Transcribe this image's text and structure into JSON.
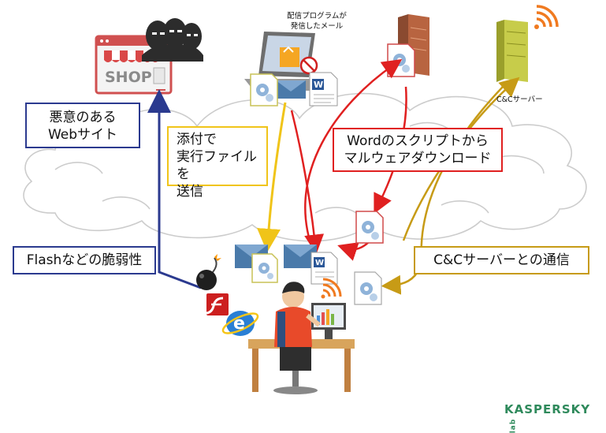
{
  "labels": {
    "malicious_site": "悪意のある\nWebサイト",
    "flash_vuln": "Flashなどの脆弱性",
    "attach_exec": "添付で\n実行ファイルを\n送信",
    "word_script": "Wordのスクリプトから\nマルウェアダウンロード",
    "cc_comm": "C&Cサーバーとの通信",
    "mail_caption": "配信プログラムが\n発信したメール",
    "cc_server": "C&Cサーバー",
    "shop_sign": "SHOP"
  },
  "brand": {
    "logo_text": "KASPERSKY",
    "logo_sub": "lab"
  },
  "colors": {
    "blue_arrow": "#2b3a8f",
    "yellow_arrow": "#f0c419",
    "red_arrow": "#e02020",
    "olive_arrow": "#c79b16",
    "cloud_stroke": "#c9c9c9",
    "logo_green": "#2f8a5c"
  }
}
